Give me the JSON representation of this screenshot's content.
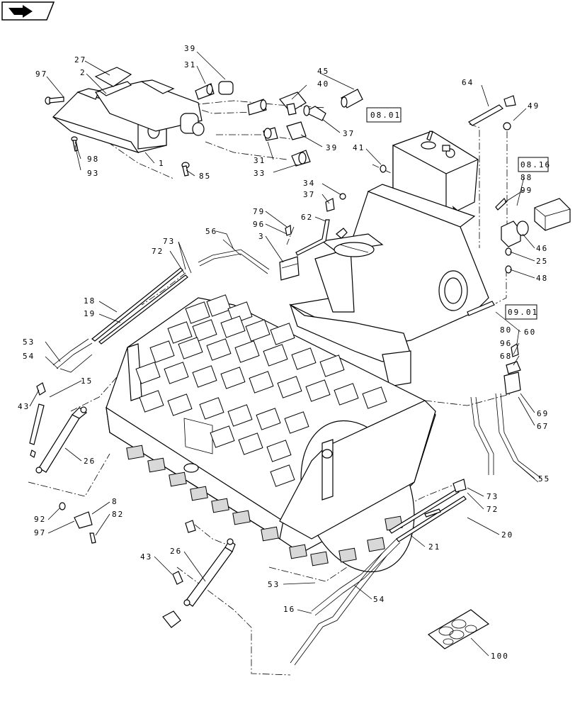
{
  "nav": {
    "icon": "next-page-arrow-icon"
  },
  "refs": {
    "r0801": "08.01",
    "r0816": "08.16",
    "r0901": "09.01"
  },
  "callouts": {
    "c97a": "97",
    "c27": "27",
    "c2": "2",
    "c39a": "39",
    "c31a": "31",
    "c45": "45",
    "c40": "40",
    "c64": "64",
    "c49": "49",
    "c98": "98",
    "c93": "93",
    "c1": "1",
    "c85": "85",
    "c37a": "37",
    "c39b": "39",
    "c31b": "31",
    "c33": "33",
    "c41": "41",
    "c88": "88",
    "c99": "99",
    "c34": "34",
    "c37b": "37",
    "c79": "79",
    "c96a": "96",
    "c3": "3",
    "c62": "62",
    "c56": "56",
    "c73a": "73",
    "c72a": "72",
    "c46": "46",
    "c25": "25",
    "c48": "48",
    "c18": "18",
    "c19": "19",
    "c60": "60",
    "c53a": "53",
    "c54a": "54",
    "c15": "15",
    "c80": "80",
    "c96b": "96",
    "c68": "68",
    "c43a": "43",
    "c69": "69",
    "c67": "67",
    "c26a": "26",
    "c55": "55",
    "c8": "8",
    "c92": "92",
    "c82": "82",
    "c97b": "97",
    "c73b": "73",
    "c72b": "72",
    "c20": "20",
    "c21": "21",
    "c43b": "43",
    "c26b": "26",
    "c53b": "53",
    "c54b": "54",
    "c16": "16",
    "c100": "100"
  }
}
